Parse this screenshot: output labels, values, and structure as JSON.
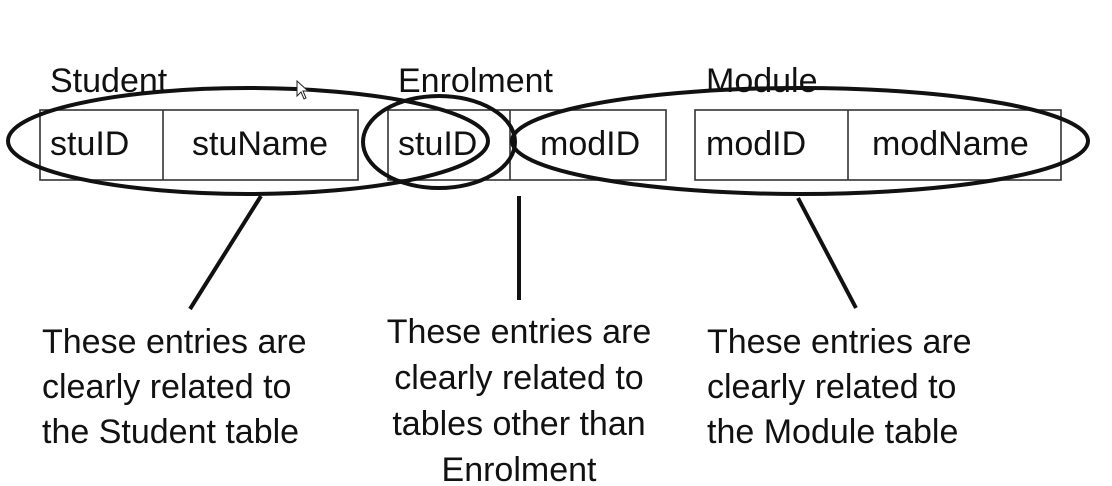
{
  "tables": {
    "student": {
      "title": "Student",
      "fields": [
        "stuID",
        "stuName"
      ]
    },
    "enrolment": {
      "title": "Enrolment",
      "fields": [
        "stuID",
        "modID"
      ]
    },
    "module": {
      "title": "Module",
      "fields": [
        "modID",
        "modName"
      ]
    }
  },
  "notes": {
    "student": [
      "These entries are",
      "clearly related to",
      "the Student table"
    ],
    "enrolment": [
      "These entries are",
      "clearly related to",
      "tables other than",
      "Enrolment"
    ],
    "module": [
      "These entries are",
      "clearly related to",
      "the Module table"
    ]
  },
  "icons": {
    "cursor": "mouse-pointer-icon"
  }
}
